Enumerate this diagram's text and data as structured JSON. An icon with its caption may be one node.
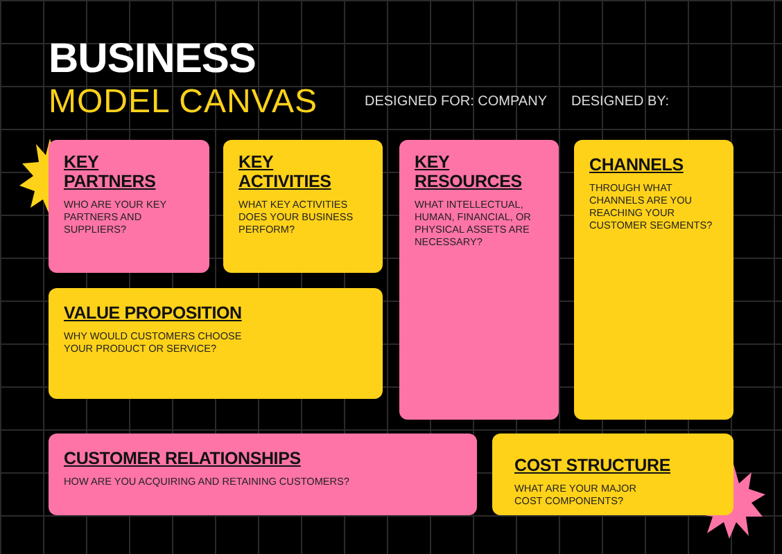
{
  "diagram": {
    "nodes": [
      {
        "text": [
          "KEY PARTNERS",
          "WHO ARE YOUR KEY PARTNERS AND SUPPLIERS?"
        ]
      },
      {
        "text": [
          "KEY ACTIVITIES",
          "WHAT KEY ACTIVITIES DOES YOUR BUSINESS PERFORM?"
        ]
      },
      {
        "text": [
          "KEY RESOURCES",
          "WHAT INTELLECTUAL, HUMAN, FINANCIAL, OR PHYSICAL ASSETS ARE NECESSARY?"
        ]
      },
      {
        "text": [
          "CHANNELS",
          "THROUGH WHAT CHANNELS ARE YOU REACHING YOUR CUSTOMER SEGMENTS?"
        ]
      },
      {
        "text": [
          "VALUE PROPOSITION",
          "WHY WOULD CUSTOMERS CHOOSE YOUR PRODUCT OR SERVICE?"
        ]
      },
      {
        "text": [
          "CUSTOMER RELATIONSHIPS",
          "HOW ARE YOU ACQUIRING AND RETAINING CUSTOMERS?"
        ]
      },
      {
        "text": [
          "COST STRUCTURE",
          "WHAT ARE YOUR MAJOR COST COMPONENTS?"
        ]
      }
    ],
    "labels": [
      "BUSINESS",
      "MODEL CANVAS",
      "DESIGNED FOR:  COMPANY",
      "DESIGNED BY:"
    ]
  }
}
